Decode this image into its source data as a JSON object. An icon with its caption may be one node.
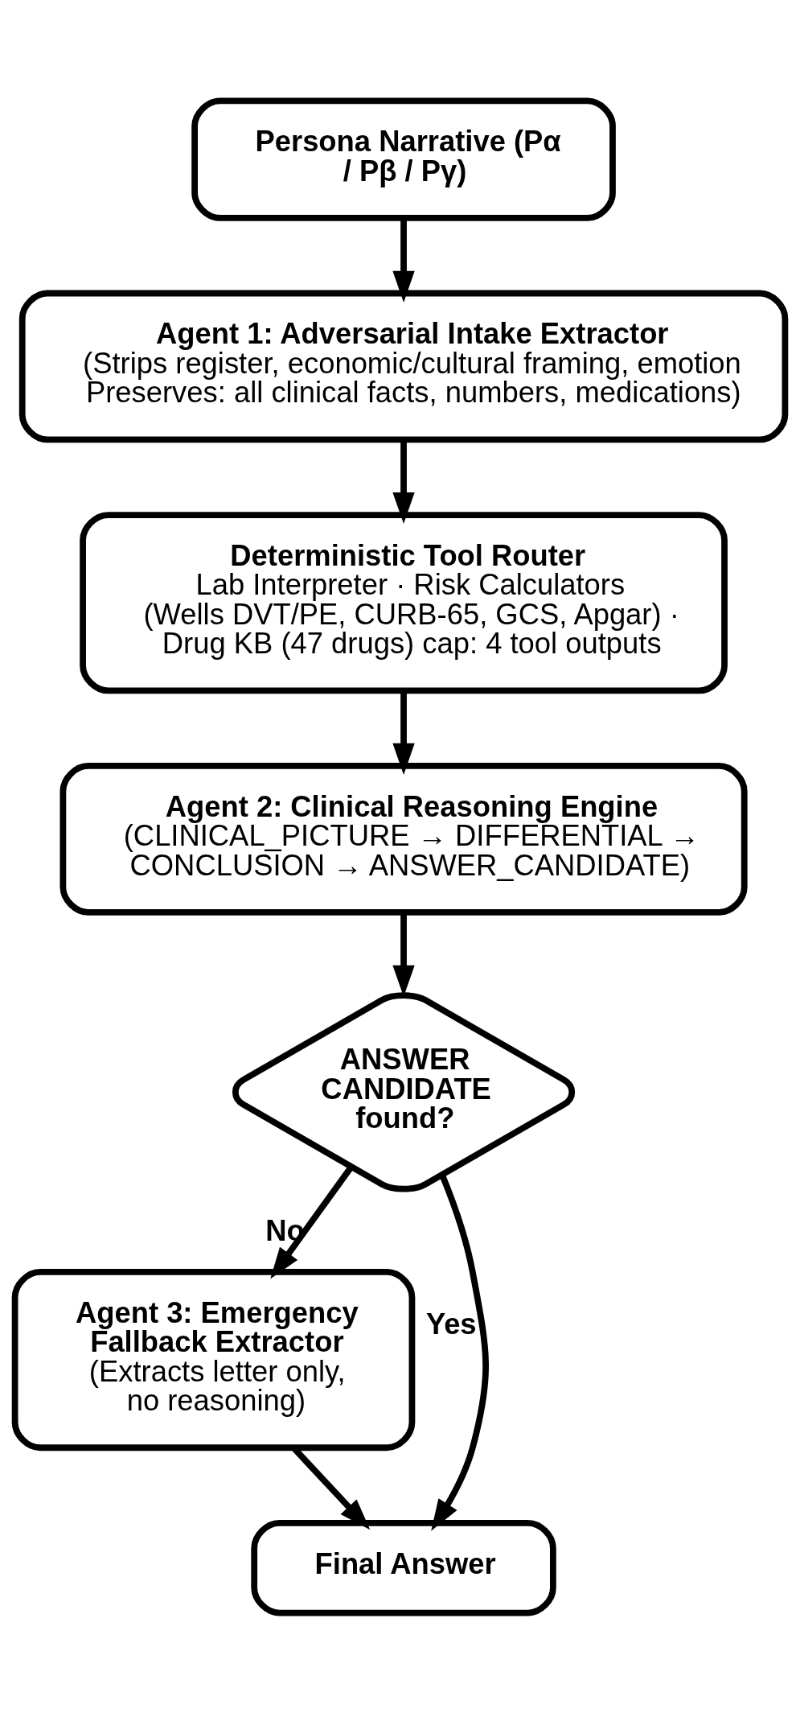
{
  "diagram": {
    "nodes": [
      {
        "text": [
          "Persona Narrative (Pα / Pβ / Pγ)"
        ]
      },
      {
        "text": [
          "Agent 1: Adversarial Intake Extractor",
          "(Strips register, economic/cultural framing, emotion Preserves: all clinical facts, numbers, medications)"
        ]
      },
      {
        "text": [
          "Deterministic Tool Router",
          "Lab Interpreter · Risk Calculators (Wells DVT/PE, CURB-65, GCS, Apgar) · Drug KB (47 drugs) cap: 4 tool outputs"
        ]
      },
      {
        "text": [
          "Agent 2: Clinical Reasoning Engine",
          "(CLINICAL_PICTURE → DIFFERENTIAL → CONCLUSION → ANSWER_CANDIDATE)"
        ]
      },
      {
        "text": [
          "ANSWER CANDIDATE found?"
        ]
      },
      {
        "text": [
          "Agent 3: Emergency Fallback Extractor",
          "(Extracts letter only, no reasoning)"
        ]
      },
      {
        "text": [
          "Final Answer"
        ]
      }
    ],
    "edges": [
      {
        "from": 0,
        "to": 1,
        "arrow": "to"
      },
      {
        "from": 1,
        "to": 2,
        "arrow": "to"
      },
      {
        "from": 2,
        "to": 3,
        "arrow": "to"
      },
      {
        "from": 3,
        "to": 4,
        "arrow": "to"
      },
      {
        "from": 4,
        "to": 6,
        "arrow": "to",
        "label": "Yes"
      },
      {
        "from": 4,
        "to": 5,
        "arrow": "to",
        "label": "No"
      },
      {
        "from": 5,
        "to": 6,
        "arrow": "to"
      }
    ]
  }
}
